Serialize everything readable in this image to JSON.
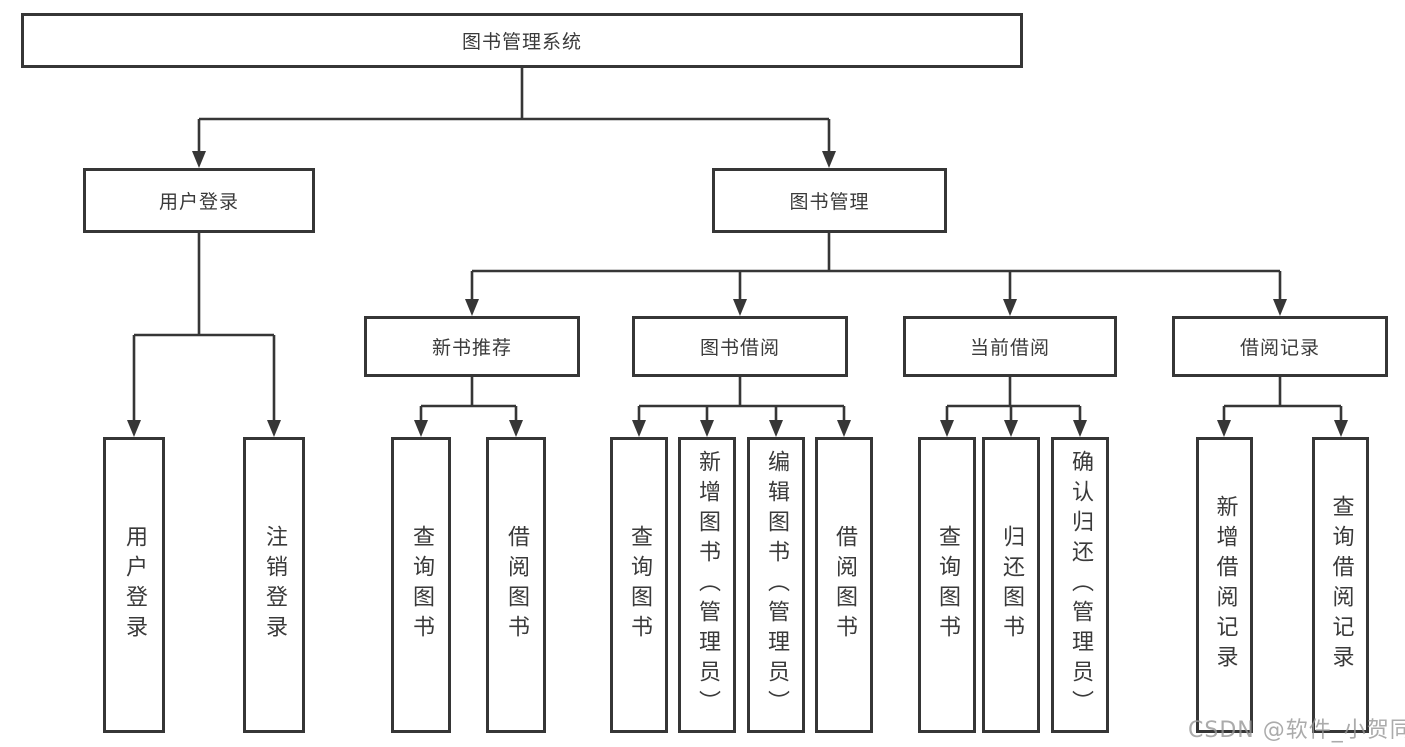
{
  "diagram": {
    "root": {
      "label": "图书管理系统"
    },
    "level2": [
      {
        "id": "user-login",
        "label": "用户登录"
      },
      {
        "id": "book-management",
        "label": "图书管理"
      }
    ],
    "level3": [
      {
        "id": "new-book-recommend",
        "label": "新书推荐",
        "parent": "图书管理"
      },
      {
        "id": "book-borrow",
        "label": "图书借阅",
        "parent": "图书管理"
      },
      {
        "id": "current-borrow",
        "label": "当前借阅",
        "parent": "图书管理"
      },
      {
        "id": "borrow-record",
        "label": "借阅记录",
        "parent": "图书管理"
      }
    ],
    "leaves": [
      {
        "label": "用户登录",
        "parent": "用户登录"
      },
      {
        "label": "注销登录",
        "parent": "用户登录"
      },
      {
        "label": "查询图书",
        "parent": "新书推荐"
      },
      {
        "label": "借阅图书",
        "parent": "新书推荐"
      },
      {
        "label": "查询图书",
        "parent": "图书借阅"
      },
      {
        "label": "新增图书（管理员）",
        "parent": "图书借阅"
      },
      {
        "label": "编辑图书（管理员）",
        "parent": "图书借阅"
      },
      {
        "label": "借阅图书",
        "parent": "图书借阅"
      },
      {
        "label": "查询图书",
        "parent": "当前借阅"
      },
      {
        "label": "归还图书",
        "parent": "当前借阅"
      },
      {
        "label": "确认归还（管理员）",
        "parent": "当前借阅"
      },
      {
        "label": "新增借阅记录",
        "parent": "借阅记录"
      },
      {
        "label": "查询借阅记录",
        "parent": "借阅记录"
      }
    ]
  },
  "watermark": {
    "text": "CSDN @软件_小贺同学"
  },
  "colors": {
    "line": "#363636",
    "text": "#3a3a3a",
    "background": "#ffffff",
    "watermark": "#969696"
  }
}
